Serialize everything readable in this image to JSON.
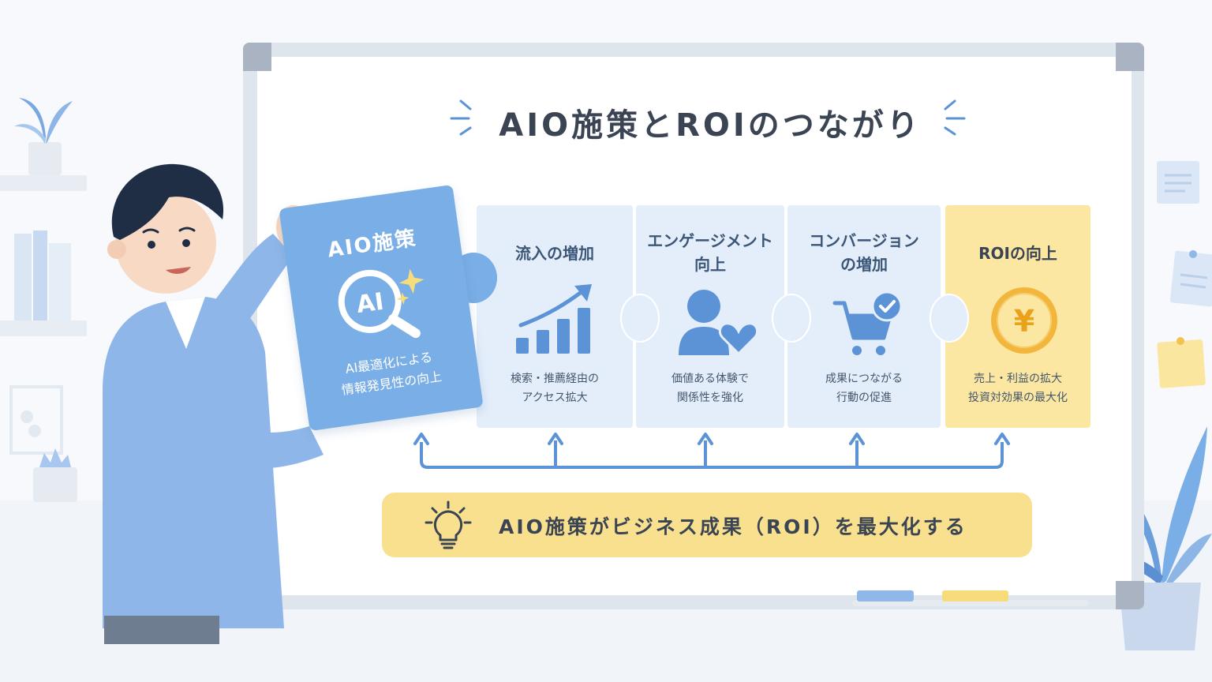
{
  "title": "AIO施策とROIのつながり",
  "puzzle": {
    "title": "AIO施策",
    "icon": "ai-search-icon",
    "icon_text": "AI",
    "desc_line1": "AI最適化による",
    "desc_line2": "情報発見性の向上"
  },
  "steps": [
    {
      "title_line1": "流入の増加",
      "title_line2": "",
      "icon": "growth-chart-icon",
      "desc_line1": "検索・推薦経由の",
      "desc_line2": "アクセス拡大"
    },
    {
      "title_line1": "エンゲージメント",
      "title_line2": "向上",
      "icon": "user-heart-icon",
      "desc_line1": "価値ある体験で",
      "desc_line2": "関係性を強化"
    },
    {
      "title_line1": "コンバージョン",
      "title_line2": "の増加",
      "icon": "cart-check-icon",
      "desc_line1": "成果につながる",
      "desc_line2": "行動の促進"
    },
    {
      "title_line1": "ROIの向上",
      "title_line2": "",
      "icon": "yen-coin-icon",
      "icon_text": "¥",
      "desc_line1": "売上・利益の拡大",
      "desc_line2": "投資対効果の最大化"
    }
  ],
  "banner": {
    "icon": "lightbulb-icon",
    "text": "AIO施策がビジネス成果（ROI）を最大化する"
  },
  "colors": {
    "blue_card": "#e4eefb",
    "yellow_card": "#fbe7a2",
    "accent_blue": "#5b93d6",
    "banner": "#f8e08e",
    "coin": "#f2b63c"
  }
}
